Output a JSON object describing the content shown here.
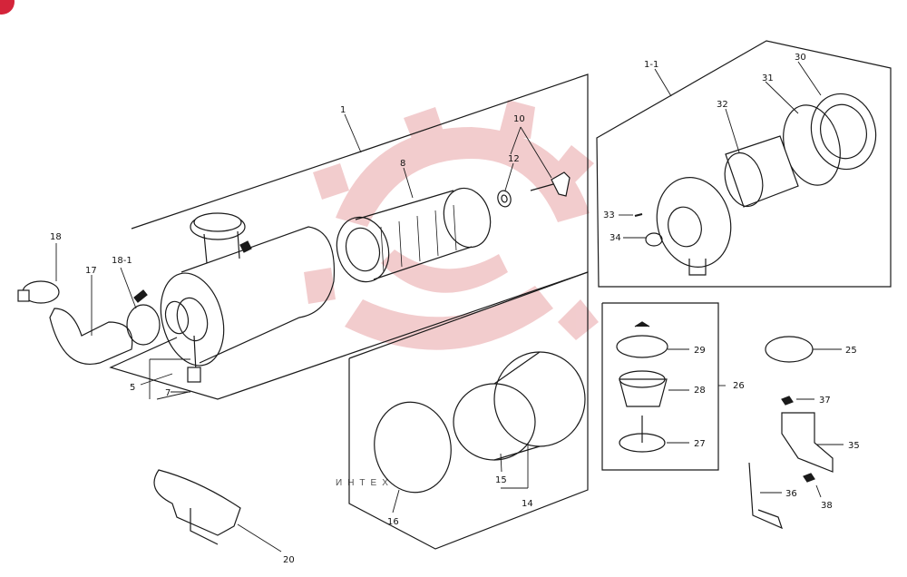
{
  "watermark": {
    "brand_text": "ИНТЕХ",
    "color": "#e8a3a6"
  },
  "colors": {
    "ink": "#1a1a1a",
    "paper": "#ffffff",
    "corner_mark": "#d4243a"
  },
  "callouts": {
    "c1": "1",
    "c1_1": "1-1",
    "c5": "5",
    "c7": "7",
    "c8": "8",
    "c10": "10",
    "c12": "12",
    "c14": "14",
    "c15": "15",
    "c16": "16",
    "c17": "17",
    "c18": "18",
    "c18_1": "18-1",
    "c20": "20",
    "c25": "25",
    "c26": "26",
    "c27": "27",
    "c28": "28",
    "c29": "29",
    "c30": "30",
    "c31": "31",
    "c32": "32",
    "c33": "33",
    "c34": "34",
    "c35": "35",
    "c36": "36",
    "c37": "37",
    "c38": "38"
  }
}
